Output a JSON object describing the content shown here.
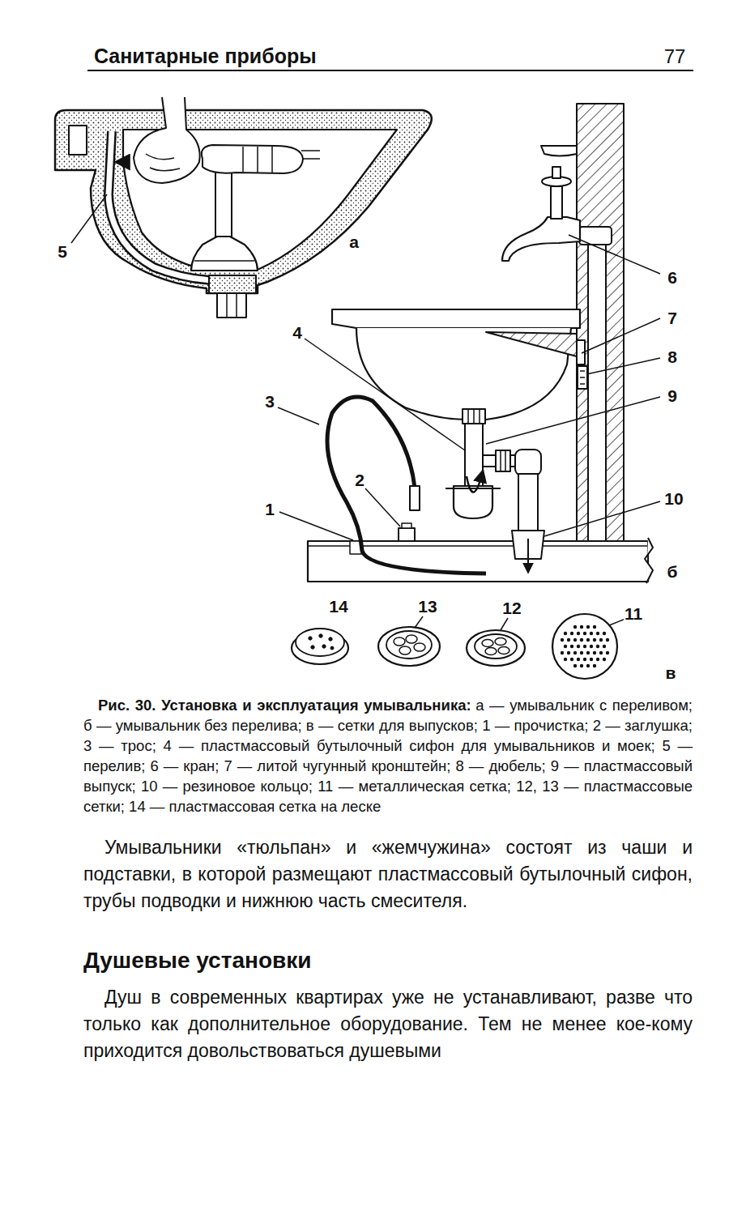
{
  "diagram": {
    "title": "Санитарные приборы",
    "caption": "Рис. 30. Установка и эксплуатация умывальника:",
    "labels": [
      "77",
      "5",
      "а",
      "6",
      "7",
      "4",
      "8",
      "3",
      "9",
      "2",
      "1",
      "10",
      "б",
      "14",
      "13",
      "12",
      "11",
      "в",
      "а — умывальник с переливом; б — умывальник без перелива; в — сетки для выпусков; 1 — прочистка; 2 — заглушка; 3 — трос; 4 — пластмассовый бутылочный сифон для умывальников и моек; 5 — перелив; 6 — кран; 7 — литой чугунный кронштейн; 8 — дюбель; 9 — пластмассовый выпуск; 10 — резиновое кольцо; 11 — металлическая сетка; 12, 13 — пластмассовые сетки; 14 — пластмассовая сетка на леске",
      "Умывальники «тюльпан» и «жемчужина» состоят из чаши и подставки, в которой размещают пластмассовый бутылочный сифон, трубы подводки и нижнюю часть смесителя.",
      "Душевые установки",
      "Душ в современных квартирах уже не устанавливают, разве что только как дополнительное оборудование. Тем не менее кое-кому приходится довольствоваться душевыми"
    ]
  }
}
